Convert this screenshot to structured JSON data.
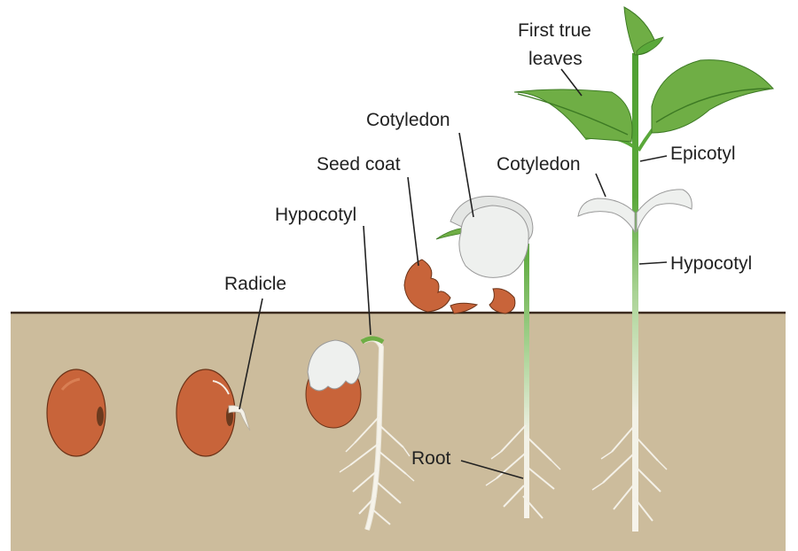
{
  "colors": {
    "soil": "#ccbc9c",
    "soil_line": "#3a2a1e",
    "seed": "#c8643a",
    "seed_dark": "#7a3a1a",
    "cotyledon": "#eef0ee",
    "stem_green": "#5aa83a",
    "leaf": "#6fae45",
    "leaf_vein": "#3d7a24",
    "root": "#f4f1e8"
  },
  "labels": {
    "first_true_leaves_line1": "First true",
    "first_true_leaves_line2": "leaves",
    "cotyledon_3": "Cotyledon",
    "cotyledon_4": "Cotyledon",
    "seed_coat": "Seed coat",
    "epicotyl": "Epicotyl",
    "hypocotyl_3": "Hypocotyl",
    "hypocotyl_5": "Hypocotyl",
    "radicle": "Radicle",
    "root": "Root"
  },
  "icons": [
    "bean-seed",
    "sprouting-seed",
    "seedling",
    "plant"
  ]
}
